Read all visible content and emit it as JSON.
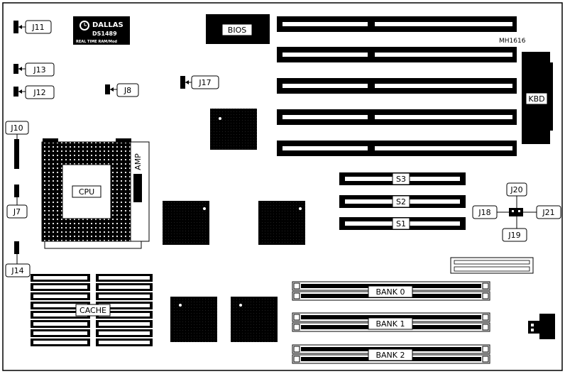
{
  "board": {
    "model": "MH1616",
    "bios": "BIOS",
    "kbd": "KBD",
    "cpu": "CPU",
    "amp": "AMP",
    "cache": "CACHE",
    "rtc": {
      "brand": "DALLAS",
      "part": "DS1489",
      "caption": "REAL TIME RAM/Mod"
    }
  },
  "jumpers": {
    "j7": "J7",
    "j8": "J8",
    "j10": "J10",
    "j11": "J11",
    "j12": "J12",
    "j13": "J13",
    "j14": "J14",
    "j17": "J17",
    "j18": "J18",
    "j19": "J19",
    "j20": "J20",
    "j21": "J21"
  },
  "slots": {
    "s1": "S1",
    "s2": "S2",
    "s3": "S3"
  },
  "banks": {
    "bank0": "BANK 0",
    "bank1": "BANK 1",
    "bank2": "BANK 2"
  }
}
